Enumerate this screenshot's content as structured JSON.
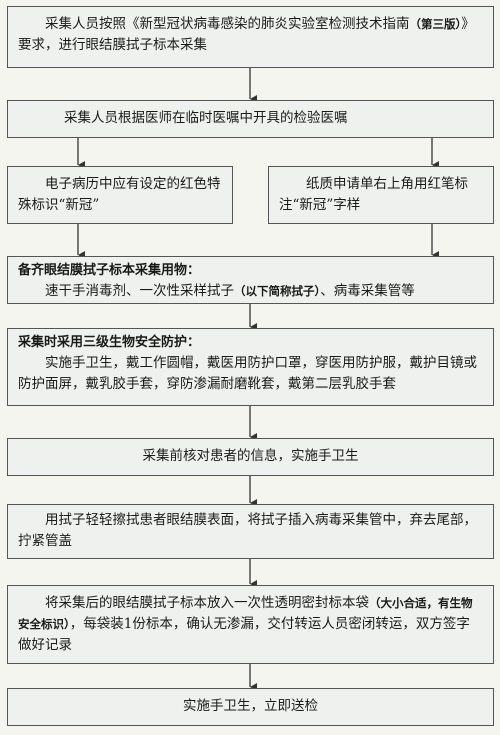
{
  "steps": {
    "step1": {
      "text_a": "采集人员按照《新型冠状病毒感染的肺炎实验室检测技术指南",
      "text_b": "（第三版）",
      "text_c": "》要求，进行眼结膜拭子标本采集"
    },
    "step2": {
      "text": "采集人员根据医师在临时医嘱中开具的检验医嘱"
    },
    "step3_left": {
      "text": "电子病历中应有设定的红色特殊标识“新冠”"
    },
    "step3_right": {
      "text": "纸质申请单右上角用红笔标注“新冠”字样"
    },
    "step4": {
      "heading": "备齐眼结膜拭子标本采集用物：",
      "text_a": "速干手消毒剂、一次性采样拭子",
      "text_b": "（以下简称拭子）",
      "text_c": "、病毒采集管等"
    },
    "step5": {
      "heading": "采集时采用三级生物安全防护：",
      "text": "实施手卫生，戴工作圆帽，戴医用防护口罩，穿医用防护服，戴护目镜或防护面屏，戴乳胶手套，穿防渗漏耐磨靴套，戴第二层乳胶手套"
    },
    "step6": {
      "text": "采集前核对患者的信息，实施手卫生"
    },
    "step7": {
      "text": "用拭子轻轻擦拭患者眼结膜表面，将拭子插入病毒采集管中，弃去尾部，拧紧管盖"
    },
    "step8": {
      "text_a": "将采集后的眼结膜拭子标本放入一次性透明密封标本袋",
      "text_b": "（大小合适，有生物安全标识）",
      "text_c": "，每袋装1份标本，确认无渗漏，交付转运人员密闭转运，双方签字做好记录"
    },
    "step9": {
      "text": "实施手卫生，立即送检"
    }
  },
  "colors": {
    "border": "#555555",
    "box_fill": "#eef1ee",
    "arrow": "#333333"
  }
}
